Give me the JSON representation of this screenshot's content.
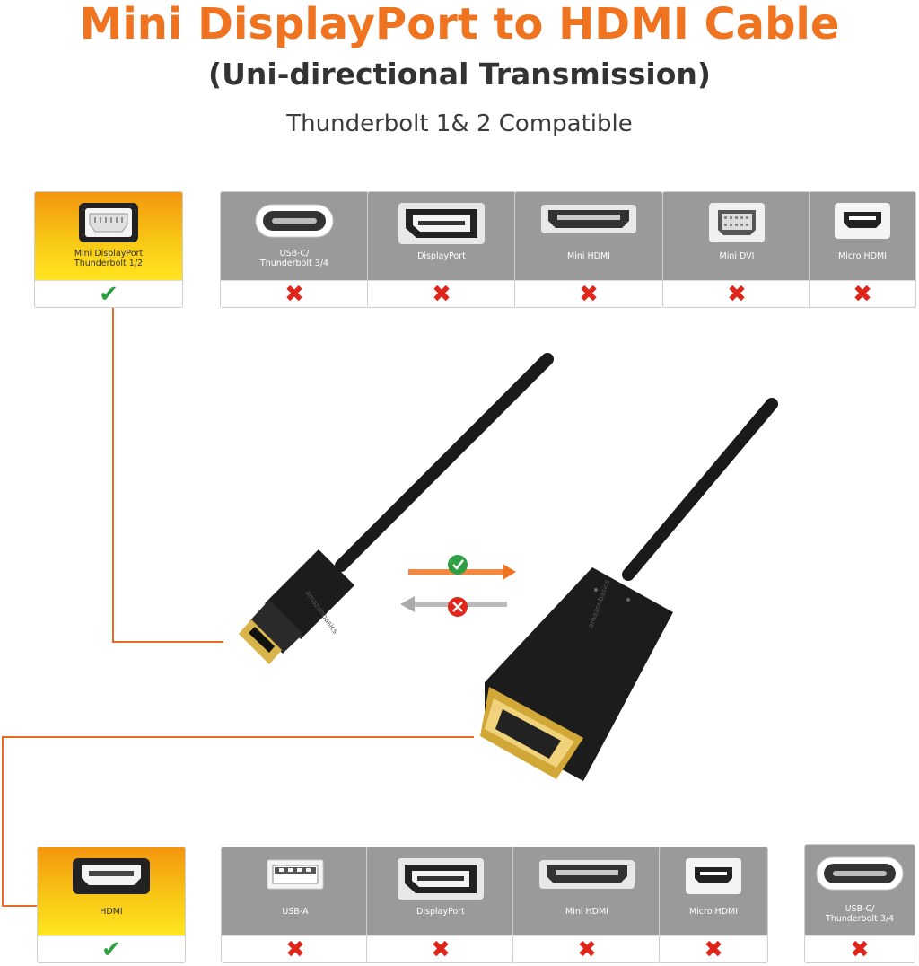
{
  "header": {
    "title": "Mini DisplayPort to HDMI Cable",
    "subtitle": "(Uni-directional Transmission)",
    "tagline": "Thunderbolt 1& 2 Compatible"
  },
  "source_ports": [
    {
      "label": "Mini DisplayPort\nThunderbolt 1/2",
      "compatible": true,
      "icon": "mini-displayport-icon"
    },
    {
      "label": "USB-C/\nThunderbolt 3/4",
      "compatible": false,
      "icon": "usb-c-icon"
    },
    {
      "label": "DisplayPort",
      "compatible": false,
      "icon": "displayport-icon"
    },
    {
      "label": "Mini HDMI",
      "compatible": false,
      "icon": "mini-hdmi-icon"
    },
    {
      "label": "Mini DVI",
      "compatible": false,
      "icon": "mini-dvi-icon"
    },
    {
      "label": "Micro HDMI",
      "compatible": false,
      "icon": "micro-hdmi-icon"
    }
  ],
  "target_ports": [
    {
      "label": "HDMI",
      "compatible": true,
      "icon": "hdmi-icon"
    },
    {
      "label": "USB-A",
      "compatible": false,
      "icon": "usb-a-icon"
    },
    {
      "label": "DisplayPort",
      "compatible": false,
      "icon": "displayport-icon"
    },
    {
      "label": "Mini HDMI",
      "compatible": false,
      "icon": "mini-hdmi-icon"
    },
    {
      "label": "Micro HDMI",
      "compatible": false,
      "icon": "micro-hdmi-icon"
    },
    {
      "label": "USB-C/\nThunderbolt 3/4",
      "compatible": false,
      "icon": "usb-c-icon"
    }
  ],
  "cable": {
    "brand": "amazonbasics"
  },
  "marks": {
    "check": "✔",
    "cross": "✖"
  },
  "colors": {
    "accent": "#f07320",
    "ok": "#2ea043",
    "no": "#e0251b"
  }
}
